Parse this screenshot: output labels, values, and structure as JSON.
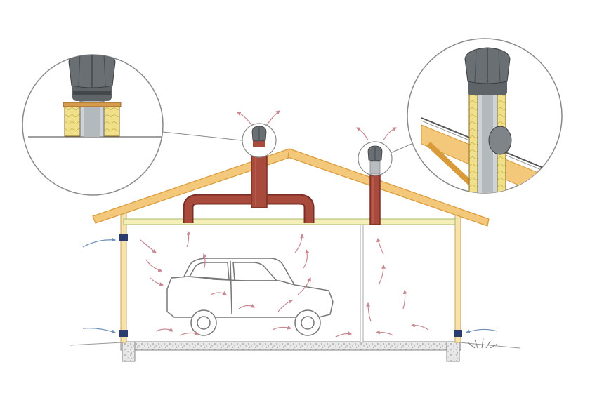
{
  "diagram": {
    "subject": "garage-ventilation-cross-section",
    "colors": {
      "background": "#ffffff",
      "rafter": "#f3c87a",
      "rafter_edge": "#d99a3a",
      "beam": "#f4efb8",
      "beam_edge": "#a8b870",
      "duct": "#a84a3c",
      "duct_dark": "#7a2e25",
      "fan": "#5f6468",
      "fan_dark": "#3b3f42",
      "insulation": "#f1e08a",
      "airflow_arrow": "#c98790",
      "intake_arrow": "#6f8fb7",
      "outline": "#777777",
      "foundation": "#cfcfcf"
    },
    "components": [
      "roof-turbine-fan-left",
      "roof-turbine-fan-right",
      "exhaust-duct-t-branch",
      "exhaust-duct-vertical",
      "ceiling-beam",
      "car",
      "foundation-slab",
      "detail-callout-left",
      "detail-callout-right"
    ],
    "airflow": {
      "intake_openings": 3,
      "exhaust_points": 2
    }
  }
}
